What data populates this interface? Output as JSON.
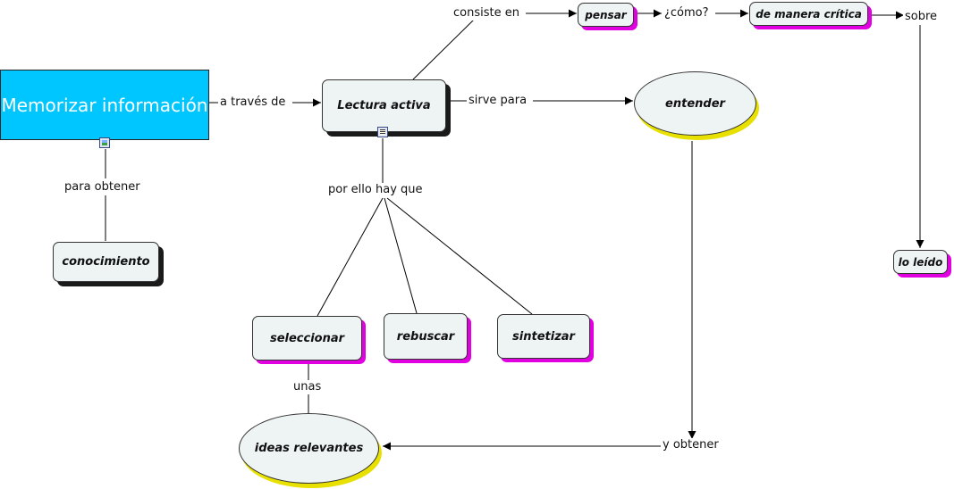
{
  "nodes": {
    "memorizar": "Memorizar información",
    "lectura": "Lectura activa",
    "pensar": "pensar",
    "critica": "de manera crítica",
    "entender": "entender",
    "conocimiento": "conocimiento",
    "leido": "lo leído",
    "seleccionar": "seleccionar",
    "rebuscar": "rebuscar",
    "sintetizar": "sintetizar",
    "ideas": "ideas relevantes"
  },
  "links": {
    "a_traves_de": "a través de",
    "consiste_en": "consiste en",
    "como": "¿cómo?",
    "sobre": "sobre",
    "sirve_para": "sirve para",
    "para_obtener": "para obtener",
    "por_ello": "por ello hay que",
    "unas": "unas",
    "y_obtener": "y obtener"
  },
  "icons": [
    "image-icon",
    "document-icon"
  ],
  "colors": {
    "main_node": "#00c6ff",
    "node_fill": "#eef3f4",
    "shadow_magenta": "#e000e0",
    "shadow_yellow": "#e8e000",
    "shadow_black": "#1a1a1a"
  }
}
